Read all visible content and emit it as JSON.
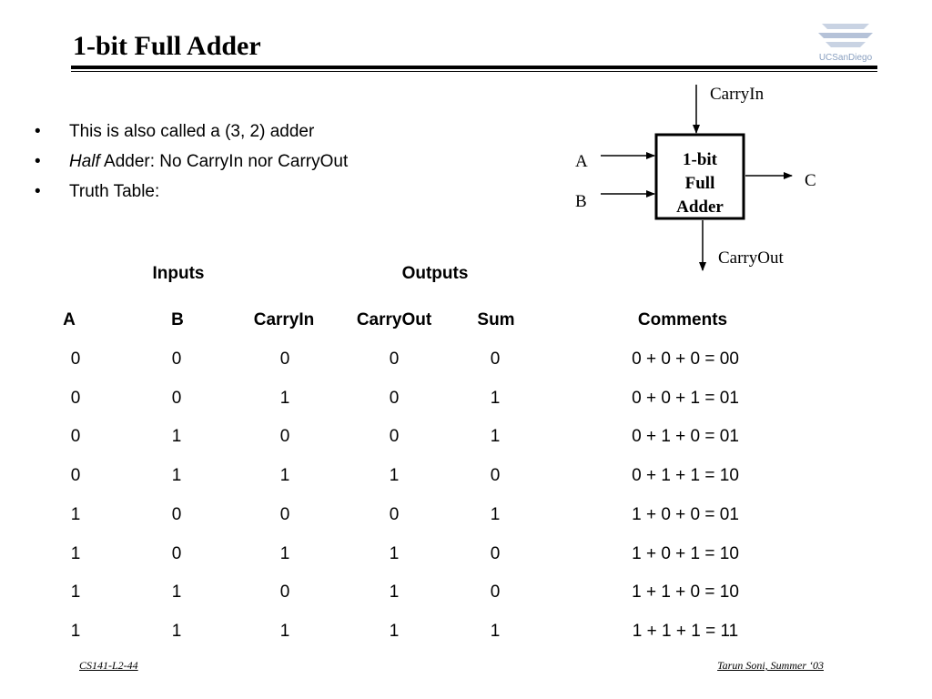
{
  "slide": {
    "title": "1-bit Full Adder",
    "logo_text": "UCSanDiego"
  },
  "bullets": [
    {
      "marker": "•",
      "emphasis": "",
      "text": "This is also called a (3, 2) adder"
    },
    {
      "marker": "•",
      "emphasis": "Half",
      "text": " Adder: No CarryIn nor CarryOut"
    },
    {
      "marker": "•",
      "emphasis": "",
      "text": "Truth Table:"
    }
  ],
  "diagram": {
    "block_lines": [
      "1-bit",
      "Full",
      "Adder"
    ],
    "input_a": "A",
    "input_b": "B",
    "carry_in": "CarryIn",
    "output_c": "C",
    "carry_out": "CarryOut"
  },
  "table": {
    "group_headers": {
      "inputs": "Inputs",
      "outputs": "Outputs"
    },
    "columns": [
      "A",
      "B",
      "CarryIn",
      "CarryOut",
      "Sum",
      "Comments"
    ],
    "rows": [
      [
        "0",
        "0",
        "0",
        "0",
        "0",
        "0 + 0 + 0 = 00"
      ],
      [
        "0",
        "0",
        "1",
        "0",
        "1",
        "0 + 0 + 1 = 01"
      ],
      [
        "0",
        "1",
        "0",
        "0",
        "1",
        "0 + 1 + 0 = 01"
      ],
      [
        "0",
        "1",
        "1",
        "1",
        "0",
        "0 + 1 + 1 = 10"
      ],
      [
        "1",
        "0",
        "0",
        "0",
        "1",
        "1 + 0 + 0 = 01"
      ],
      [
        "1",
        "0",
        "1",
        "1",
        "0",
        "1 + 0 + 1 = 10"
      ],
      [
        "1",
        "1",
        "0",
        "1",
        "0",
        "1 + 1 + 0 = 10"
      ],
      [
        "1",
        "1",
        "1",
        "1",
        "1",
        "1 + 1 + 1 = 11"
      ]
    ]
  },
  "footer": {
    "left": "CS141-L2-44",
    "right": "Tarun Soni, Summer ‘03"
  }
}
